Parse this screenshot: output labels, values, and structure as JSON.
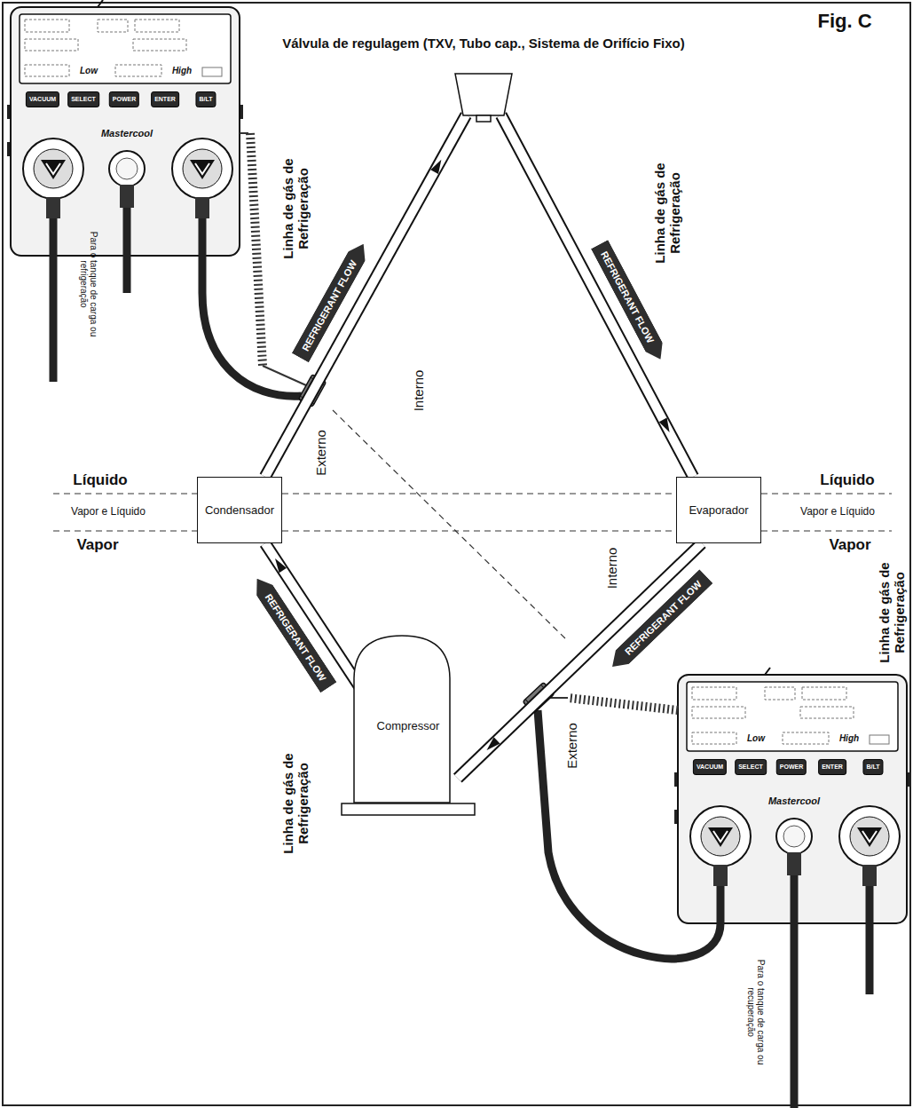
{
  "diagram": {
    "nodes": [
      {
        "text": [
          "Válvula de regulagem (TXV, Tubo cap., Sistema de Orifício Fixo)"
        ]
      },
      {
        "text": [
          "Condensador"
        ]
      },
      {
        "text": [
          "Evaporador"
        ]
      },
      {
        "text": [
          "Compressor"
        ]
      }
    ],
    "edges": [
      {
        "from": 1,
        "to": 0,
        "arrow": "to",
        "label": "REFRIGERANT FLOW"
      },
      {
        "from": 0,
        "to": 2,
        "arrow": "to",
        "label": "REFRIGERANT FLOW"
      },
      {
        "from": 2,
        "to": 3,
        "arrow": "to",
        "label": "REFRIGERANT FLOW"
      },
      {
        "from": 3,
        "to": 1,
        "arrow": "to",
        "label": "REFRIGERANT FLOW"
      }
    ],
    "labels": [
      "Fig. C",
      "Linha de gás de Refrigeração",
      "Linha de gás de Refrigeração",
      "Linha de gás de Refrigeração",
      "Linha de gás de Refrigeração",
      "Interno",
      "Externo",
      "Interno",
      "Externo",
      "Líquido",
      "Vapor e Líquido",
      "Vapor",
      "Líquido",
      "Vapor e Líquido",
      "Vapor",
      "Low",
      "High",
      "VACUUM",
      "SELECT",
      "POWER",
      "ENTER",
      "B/LT",
      "Mastercool",
      "Para o tanque de carga ou refrigeração",
      "Low",
      "High",
      "VACUUM",
      "SELECT",
      "POWER",
      "ENTER",
      "B/LT",
      "Mastercool",
      "Para o tanque de carga ou recuperação"
    ]
  }
}
